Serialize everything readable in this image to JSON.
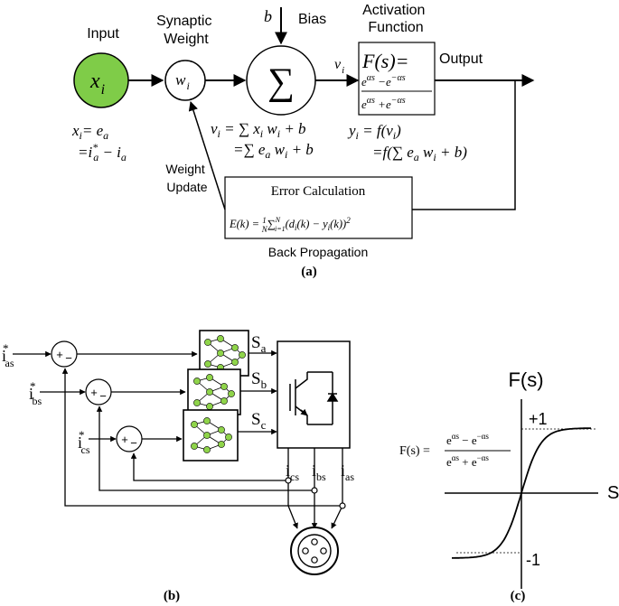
{
  "panel_a": {
    "label": "(a)",
    "input_label": "Input",
    "input_node": "x",
    "input_node_sub": "i",
    "synaptic_weight_label": "Synaptic\nWeight",
    "weight_node": "w",
    "weight_node_sub": "i",
    "bias_symbol": "b",
    "bias_label": "Bias",
    "sum_symbol": "∑",
    "sum_output": "v",
    "sum_output_sub": "i",
    "activation_label": "Activation\nFunction",
    "activation_fs": "F(s)=",
    "activation_numerator": "e^{αs} −e^{−αs}",
    "activation_denominator": "e^{αs} +e^{−αs}",
    "output_label": "Output",
    "input_equations": [
      "x_i = e_a",
      "=i_a^* − i_a"
    ],
    "sum_equations": [
      "v_i = ∑ x_i w_i + b",
      "=∑ e_a w_i + b"
    ],
    "output_equations": [
      "y_i = f(v_i)",
      "=f(∑ e_a w_i + b)"
    ],
    "weight_update_label": "Weight\nUpdate",
    "error_title": "Error Calculation",
    "error_formula": "E(k) = (1/N) ∑_{i=1}^{N} (d_i(k) − y_i(k))^2",
    "back_propagation_label": "Back Propagation"
  },
  "panel_b": {
    "label": "(b)",
    "ref_a": "i*as",
    "ref_b": "i*bs",
    "ref_c": "i*cs",
    "sum_sign_plus": "+",
    "sum_sign_minus": "−",
    "switch_a": "Sa",
    "switch_b": "Sb",
    "switch_c": "Sc",
    "fb_cs": "ics",
    "fb_bs": "ibs",
    "fb_as": "ias"
  },
  "panel_c": {
    "label": "(c)",
    "y_label": "F(s)",
    "x_label": "S",
    "tick_pos": "+1",
    "tick_neg": "-1",
    "formula_lhs": "F(s) =",
    "formula_num": "e^{αs} − e^{−αs}",
    "formula_den": "e^{αs} + e^{−αs}"
  },
  "colors": {
    "node_green": "#7fcc48",
    "neuron_green": "#8fd44a",
    "ink": "#000000"
  }
}
